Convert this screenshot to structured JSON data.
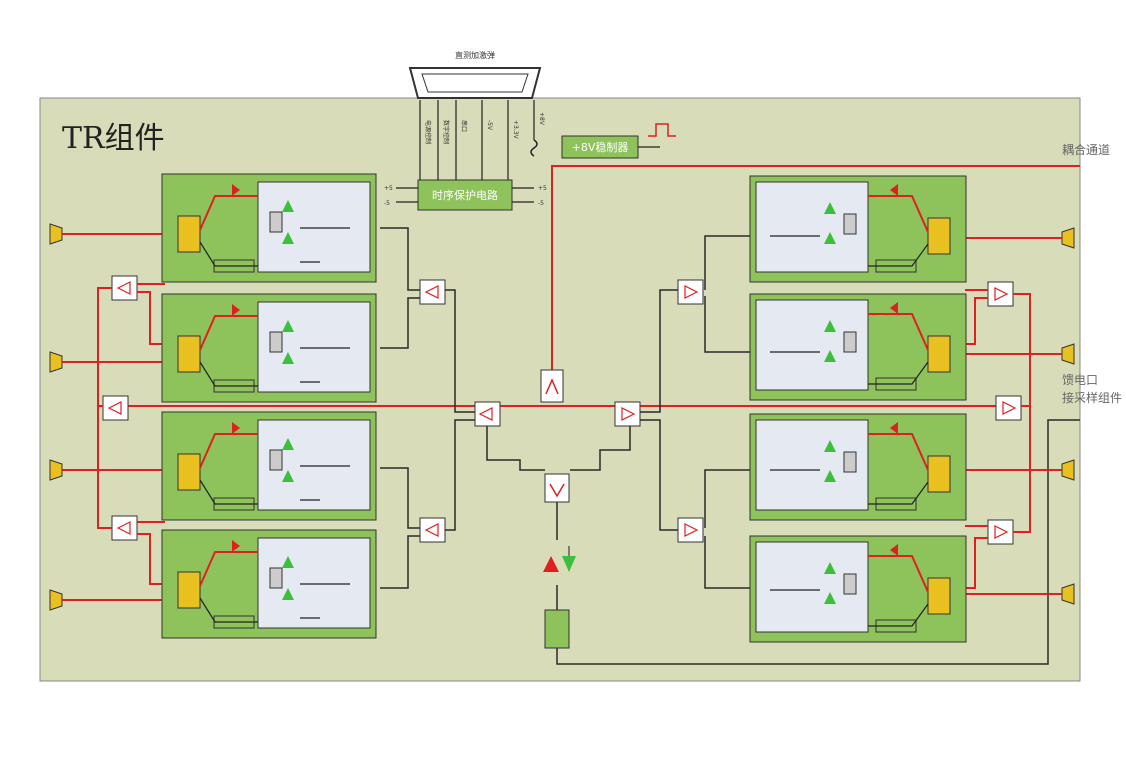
{
  "diagram": {
    "title": "TR组件",
    "top_label": "直测加激弹",
    "right_label_top": "耦合通道",
    "right_label_mid_1": "馈电口",
    "right_label_mid_2": "接采样组件",
    "timing_box": "时序保护电路",
    "regulator_box": "+8V稳制器",
    "connector_pins": [
      "电源控制",
      "数字控制",
      "串口",
      "-5V",
      "+3.3V",
      "+8V"
    ],
    "side_marks": [
      "+5",
      "+5",
      "-5",
      "-5"
    ]
  },
  "colors": {
    "background_panel": "#d8dcb8",
    "module_green": "#8ec25a",
    "module_inner": "#e4e9f2",
    "signal_red": "#e02020",
    "line_dark": "#2a2a2a",
    "connector_yellow": "#e8c020"
  },
  "icons": [
    "port-connector-icon",
    "power-divider-icon",
    "amplifier-icon",
    "switch-icon",
    "pulse-icon"
  ]
}
